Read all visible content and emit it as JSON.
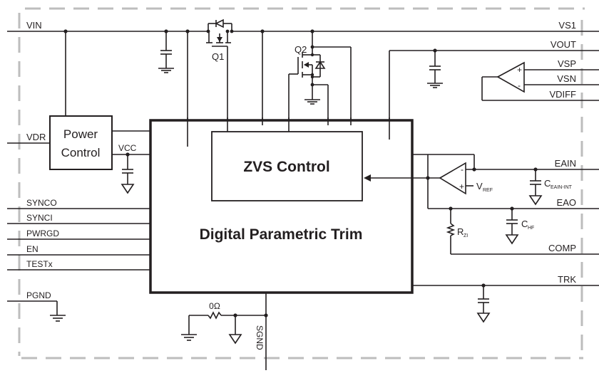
{
  "diagram": {
    "blocks": {
      "power_control_line1": "Power",
      "power_control_line2": "Control",
      "zvs_control": "ZVS Control",
      "digital_trim": "Digital Parametric Trim"
    },
    "pins_left": {
      "vin": "VIN",
      "vdr": "VDR",
      "synco": "SYNCO",
      "synci": "SYNCI",
      "pwrgd": "PWRGD",
      "en": "EN",
      "testx": "TESTx",
      "pgnd": "PGND"
    },
    "pins_right": {
      "vs1": "VS1",
      "vout": "VOUT",
      "vsp": "VSP",
      "vsn": "VSN",
      "vdiff": "VDIFF",
      "eain": "EAIN",
      "eao": "EAO",
      "comp": "COMP",
      "trk": "TRK"
    },
    "pins_bottom": {
      "sgnd": "SGND"
    },
    "components": {
      "q1": "Q1",
      "q2": "Q2",
      "vcc": "VCC",
      "resistor_0ohm": "0Ω",
      "vref_main": "V",
      "vref_sub": "REF",
      "c_eain_main": "C",
      "c_eain_sub": "EAIN-INT",
      "c_hf_main": "C",
      "c_hf_sub": "HF",
      "r_zi_main": "R",
      "r_zi_sub": "ZI",
      "opamp_plus": "+",
      "opamp_minus": "-"
    }
  }
}
